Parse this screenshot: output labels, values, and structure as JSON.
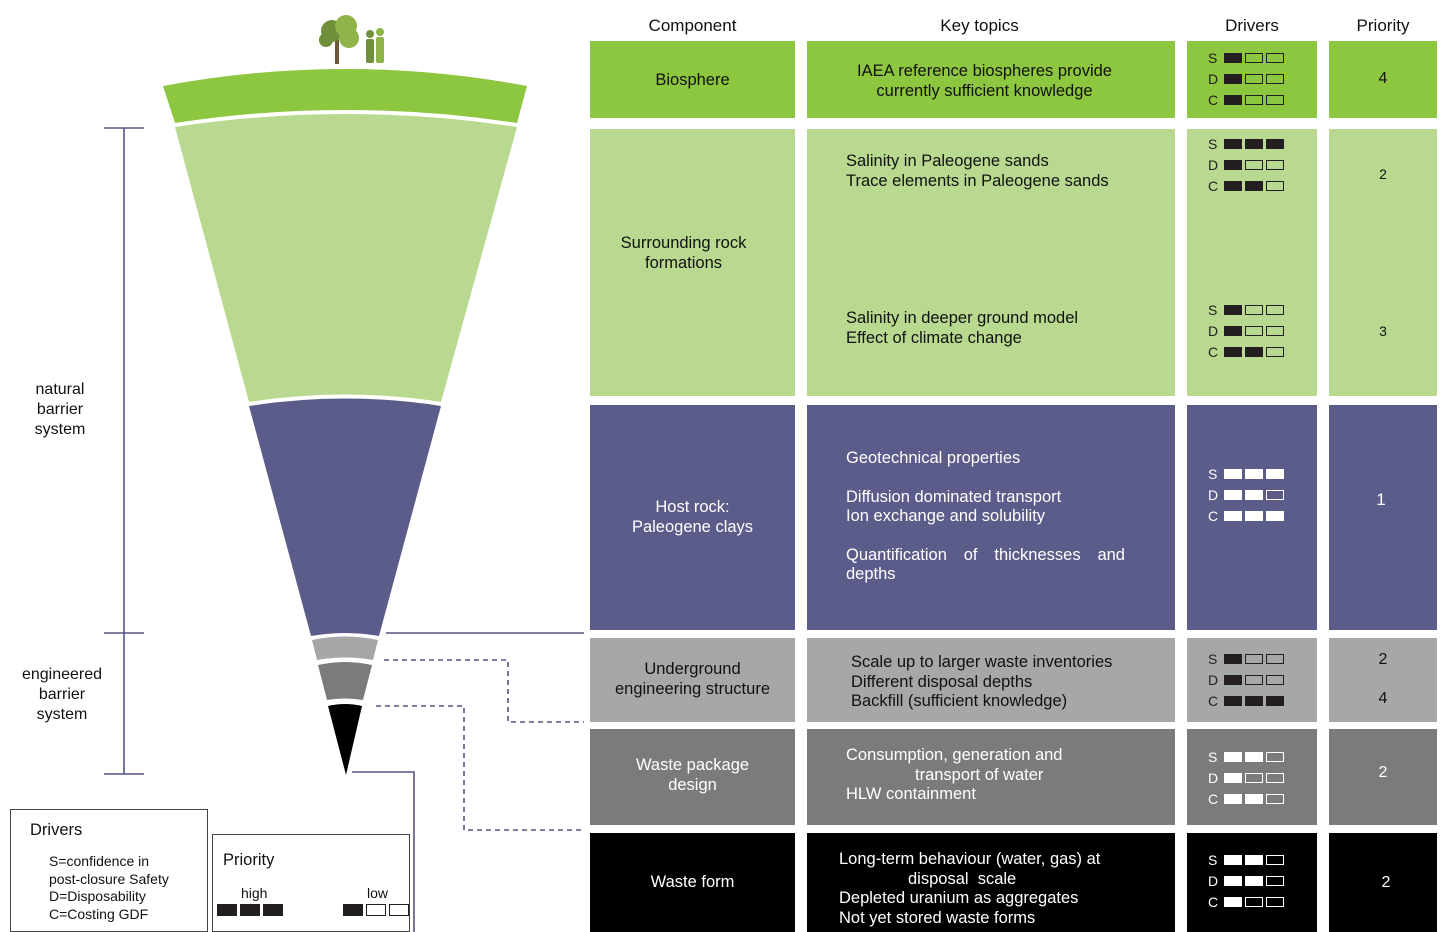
{
  "headers": {
    "component": "Component",
    "key_topics": "Key topics",
    "drivers": "Drivers",
    "priority": "Priority"
  },
  "colors": {
    "biosphere": "#8dc63f",
    "rock": "#b8d98f",
    "host": "#5b5c89",
    "underground": "#a6a7a9",
    "waste_package": "#7b7b7b",
    "waste_form": "#000000",
    "bracket": "#545486"
  },
  "side_labels": {
    "natural": [
      "natural",
      "barrier",
      "system"
    ],
    "engineered": [
      "engineered",
      "barrier",
      "system"
    ]
  },
  "rows": [
    {
      "component": "Biosphere",
      "topics": [
        "IAEA reference biospheres provide",
        "currently sufficient knowledge"
      ],
      "drivers": {
        "S": 1,
        "D": 1,
        "C": 1
      },
      "priority": "4"
    },
    {
      "component_lines": [
        "Surrounding rock",
        "formations"
      ],
      "groups": [
        {
          "topics": [
            "Salinity in Paleogene sands",
            "Trace elements in Paleogene sands"
          ],
          "drivers": {
            "S": 3,
            "D": 1,
            "C": 2
          },
          "priority": "2"
        },
        {
          "topics": [
            "Salinity in deeper ground model",
            "Effect of climate change"
          ],
          "drivers": {
            "S": 1,
            "D": 1,
            "C": 2
          },
          "priority": "3"
        }
      ]
    },
    {
      "component_lines": [
        "Host rock:",
        "Paleogene clays"
      ],
      "topics": [
        "Geotechnical properties",
        "Diffusion dominated transport",
        "Ion exchange and solubility",
        "Quantification of thicknesses and",
        "depths"
      ],
      "drivers": {
        "S": 3,
        "D": 2,
        "C": 3
      },
      "priority": "1"
    },
    {
      "component_lines": [
        "Underground",
        "engineering structure"
      ],
      "topics": [
        "Scale up to larger waste inventories",
        "Different disposal depths",
        "Backfill (sufficient knowledge)"
      ],
      "drivers": {
        "S": 1,
        "D": 1,
        "C": 3
      },
      "priorities": [
        "2",
        "4"
      ]
    },
    {
      "component_lines": [
        "Waste package",
        "design"
      ],
      "topics": [
        "Consumption, generation and",
        "transport of water",
        "HLW containment"
      ],
      "drivers": {
        "S": 2,
        "D": 1,
        "C": 2
      },
      "priority": "2"
    },
    {
      "component": "Waste form",
      "topics": [
        "Long-term behaviour (water, gas) at",
        "disposal  scale",
        "Depleted uranium as aggregates",
        "Not yet stored waste forms"
      ],
      "drivers": {
        "S": 2,
        "D": 2,
        "C": 1
      },
      "priority": "2"
    }
  ],
  "legend_drivers": {
    "title": "Drivers",
    "lines": [
      "S=confidence in",
      "post-closure Safety",
      "D=Disposability",
      "C=Costing GDF"
    ]
  },
  "legend_priority": {
    "title": "Priority",
    "high": "high",
    "low": "low"
  }
}
